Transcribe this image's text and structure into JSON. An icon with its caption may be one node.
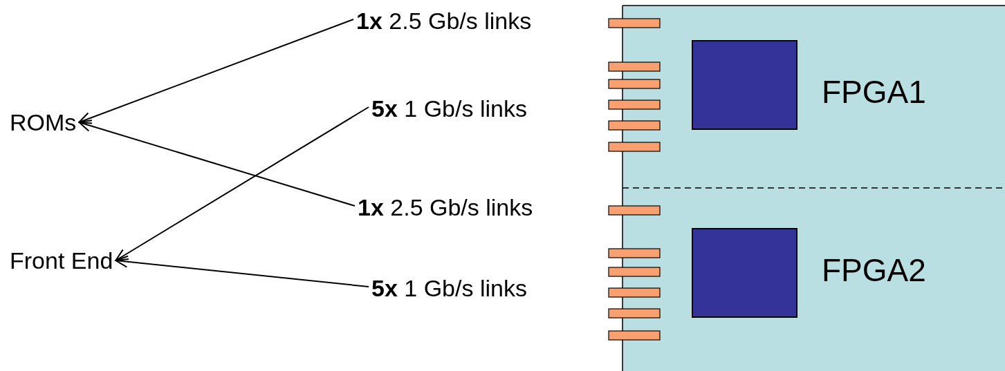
{
  "diagram": {
    "nodes": [
      {
        "text": [
          "ROMs"
        ]
      },
      {
        "text": [
          "Front End"
        ]
      },
      {
        "text": [
          "**1x** 2.5 Gb/s links"
        ]
      },
      {
        "text": [
          "**5x** 1 Gb/s links"
        ]
      },
      {
        "text": [
          "**1x** 2.5 Gb/s links"
        ]
      },
      {
        "text": [
          "**5x** 1 Gb/s links"
        ]
      },
      {
        "text": [],
        "shape": "box",
        "beside": [
          "FPGA1"
        ]
      },
      {
        "text": [],
        "shape": "box",
        "beside": [
          "FPGA2"
        ]
      }
    ],
    "edges": [
      {
        "from": 2,
        "to": 0,
        "arrow": "to"
      },
      {
        "from": 3,
        "to": 1,
        "arrow": "to"
      },
      {
        "from": 4,
        "to": 0,
        "arrow": "to"
      },
      {
        "from": 5,
        "to": 1,
        "arrow": "to"
      }
    ]
  }
}
